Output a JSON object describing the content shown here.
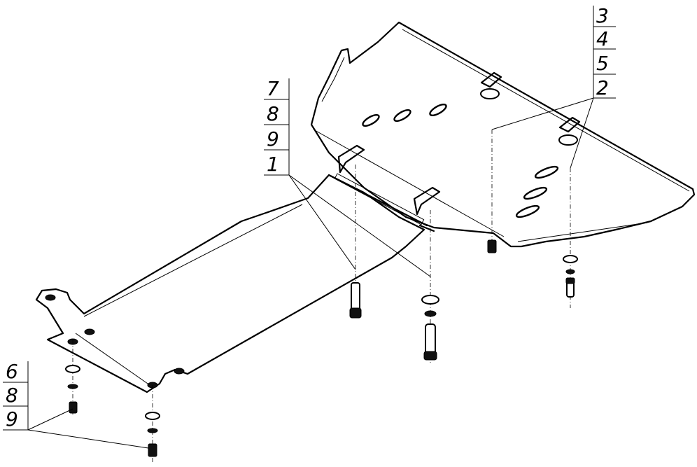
{
  "callouts": [
    {
      "id": "rear-stack",
      "labels": [
        "3",
        "4",
        "5",
        "2"
      ]
    },
    {
      "id": "middle-stack",
      "labels": [
        "7",
        "8",
        "9",
        "1"
      ]
    },
    {
      "id": "front-stack",
      "labels": [
        "6",
        "8",
        "9"
      ]
    }
  ]
}
